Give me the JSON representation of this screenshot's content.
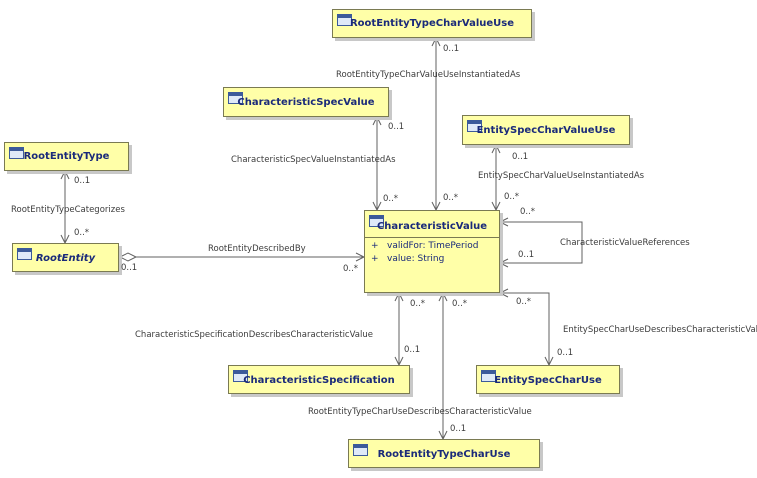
{
  "classes": {
    "rootEntityTypeCharValueUse": {
      "name": "RootEntityTypeCharValueUse"
    },
    "characteristicSpecValue": {
      "name": "CharacteristicSpecValue"
    },
    "entitySpecCharValueUse": {
      "name": "EntitySpecCharValueUse"
    },
    "rootEntityType": {
      "name": "RootEntityType"
    },
    "rootEntity": {
      "name": "RootEntity"
    },
    "characteristicValue": {
      "name": "CharacteristicValue",
      "attributes": [
        {
          "visibility": "+",
          "text": "validFor: TimePeriod"
        },
        {
          "visibility": "+",
          "text": "value: String"
        }
      ]
    },
    "characteristicSpecification": {
      "name": "CharacteristicSpecification"
    },
    "entitySpecCharUse": {
      "name": "EntitySpecCharUse"
    },
    "rootEntityTypeCharUse": {
      "name": "RootEntityTypeCharUse"
    }
  },
  "associations": {
    "rootEntityTypeCharValueUseInstantiatedAs": {
      "label": "RootEntityTypeCharValueUseInstantiatedAs",
      "mult_a": "0..1",
      "mult_b": "0..*"
    },
    "characteristicSpecValueInstantiatedAs": {
      "label": "CharacteristicSpecValueInstantiatedAs",
      "mult_a": "0..1",
      "mult_b": "0..*"
    },
    "entitySpecCharValueUseInstantiatedAs": {
      "label": "EntitySpecCharValueUseInstantiatedAs",
      "mult_a": "0..1",
      "mult_b": "0..*"
    },
    "rootEntityTypeCategorizes": {
      "label": "RootEntityTypeCategorizes",
      "mult_a": "0..1",
      "mult_b": "0..*"
    },
    "rootEntityDescribedBy": {
      "label": "RootEntityDescribedBy",
      "mult_a": "0..1",
      "mult_b": "0..*"
    },
    "characteristicValueReferences": {
      "label": "CharacteristicValueReferences",
      "mult_a": "0..*",
      "mult_b": "0..1"
    },
    "characteristicSpecificationDescribesCharacteristicValue": {
      "label": "CharacteristicSpecificationDescribesCharacteristicValue",
      "mult_a": "0..*",
      "mult_b": "0..1"
    },
    "rootEntityTypeCharUseDescribesCharacteristicValue": {
      "label": "RootEntityTypeCharUseDescribesCharacteristicValue",
      "mult_a": "0..*",
      "mult_b": "0..1"
    },
    "entitySpecCharUseDescribesCharacteristicValue": {
      "label": "EntitySpecCharUseDescribesCharacteristicValue",
      "mult_a": "0..*",
      "mult_b": "0..1"
    }
  },
  "colors": {
    "class_fill": "#ffffa8",
    "class_border": "#7a7a52",
    "line": "#606060",
    "text": "#1a2a7a"
  }
}
